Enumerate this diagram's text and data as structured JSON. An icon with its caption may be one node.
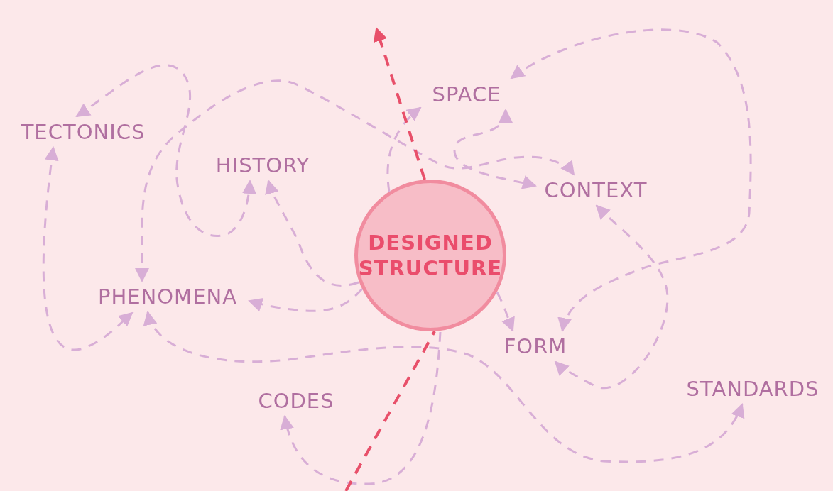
{
  "diagram": {
    "nodes": [
      {
        "text": [
          "TECTONICS"
        ]
      },
      {
        "text": [
          "HISTORY"
        ]
      },
      {
        "text": [
          "SPACE"
        ]
      },
      {
        "text": [
          "CONTEXT"
        ]
      },
      {
        "text": [
          "DESIGNED STRUCTURE"
        ]
      },
      {
        "text": [
          "PHENOMENA"
        ]
      },
      {
        "text": [
          "FORM"
        ]
      },
      {
        "text": [
          "CODES"
        ]
      },
      {
        "text": [
          "STANDARDS"
        ]
      }
    ],
    "edges": [
      {
        "from": 0,
        "to": 5,
        "arrow": "both",
        "style": "dashed"
      },
      {
        "from": 0,
        "to": 1,
        "arrow": "both",
        "style": "dashed"
      },
      {
        "from": 4,
        "to": 1,
        "arrow": "to",
        "style": "dashed"
      },
      {
        "from": 4,
        "to": 5,
        "arrow": "to",
        "style": "dashed"
      },
      {
        "from": 5,
        "to": 3,
        "arrow": "both",
        "style": "dashed"
      },
      {
        "from": 4,
        "to": 2,
        "arrow": "to",
        "style": "dashed"
      },
      {
        "from": 2,
        "to": 6,
        "arrow": "both",
        "style": "dashed"
      },
      {
        "from": 2,
        "to": 3,
        "arrow": "both",
        "style": "dashed"
      },
      {
        "from": 3,
        "to": 6,
        "arrow": "both",
        "style": "dashed"
      },
      {
        "from": 4,
        "to": 6,
        "arrow": "to",
        "style": "dashed"
      },
      {
        "from": 5,
        "to": 8,
        "arrow": "both",
        "style": "dashed"
      },
      {
        "from": 4,
        "to": 7,
        "arrow": "to",
        "style": "dashed"
      },
      {
        "from": null,
        "to": 4,
        "arrow": "none",
        "style": "dashed",
        "color": "#e8506a"
      },
      {
        "from": 4,
        "to": null,
        "arrow": "to",
        "style": "dashed",
        "color": "#e8506a"
      }
    ]
  }
}
